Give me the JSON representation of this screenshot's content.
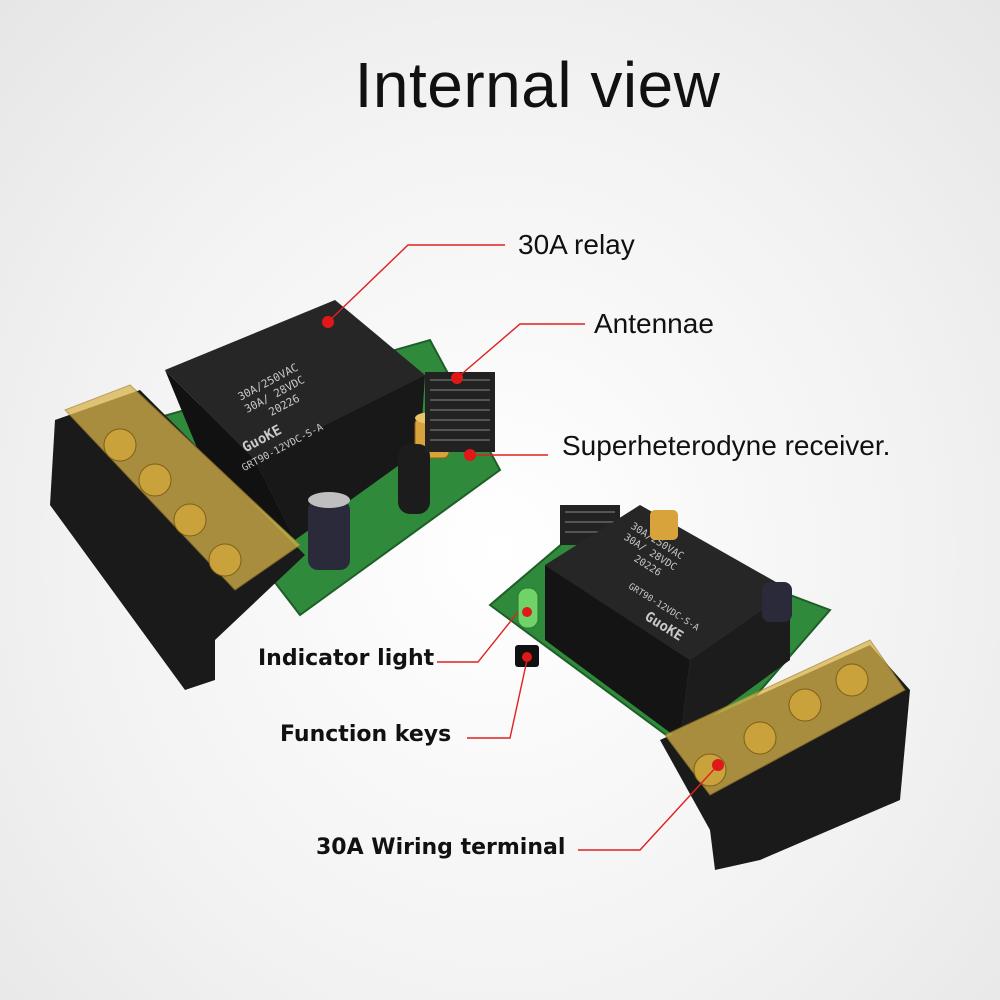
{
  "title": "Internal view",
  "callouts": {
    "relay": "30A relay",
    "antennae": "Antennae",
    "receiver": "Superheterodyne receiver.",
    "indicator": "Indicator light",
    "function_keys": "Function keys",
    "terminal": "30A Wiring terminal"
  },
  "relay_markings": {
    "brand": "GuoKE",
    "model": "GRT90-12VDC-S-A",
    "rating_ac": "30A/250VAC",
    "rating_dc": "30A/ 28VDC",
    "code": "20226"
  },
  "colors": {
    "leader_line": "#e02020",
    "leader_dot": "#e01818",
    "pcb": "#2e8b3e",
    "relay_body": "#1c1c1c",
    "terminal_cover": "#d9b44a"
  }
}
